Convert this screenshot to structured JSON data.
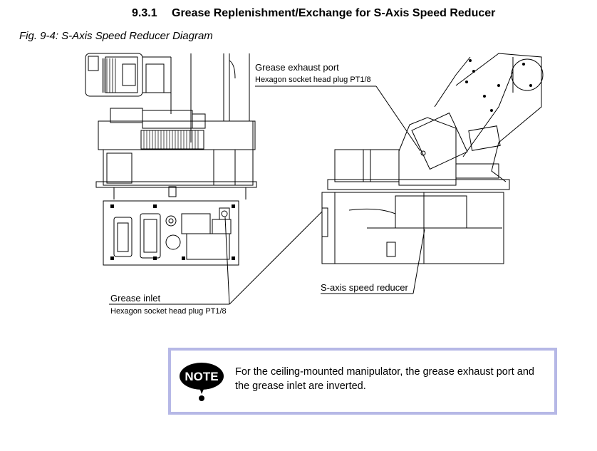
{
  "heading": {
    "number": "9.3.1",
    "title": "Grease Replenishment/Exchange for S-Axis Speed Reducer"
  },
  "figure_caption": "Fig. 9-4: S-Axis Speed Reducer Diagram",
  "callouts": {
    "exhaust": {
      "title": "Grease exhaust port",
      "detail": "Hexagon socket head plug PT1/8"
    },
    "inlet": {
      "title": "Grease inlet",
      "detail": "Hexagon socket head plug PT1/8"
    },
    "reducer": {
      "title": "S-axis speed reducer"
    }
  },
  "note": {
    "badge": "NOTE",
    "text": "For the ceiling-mounted manipulator, the grease exhaust port and the grease inlet are inverted."
  },
  "colors": {
    "note_border": "#b6b8e6",
    "line": "#000000"
  }
}
